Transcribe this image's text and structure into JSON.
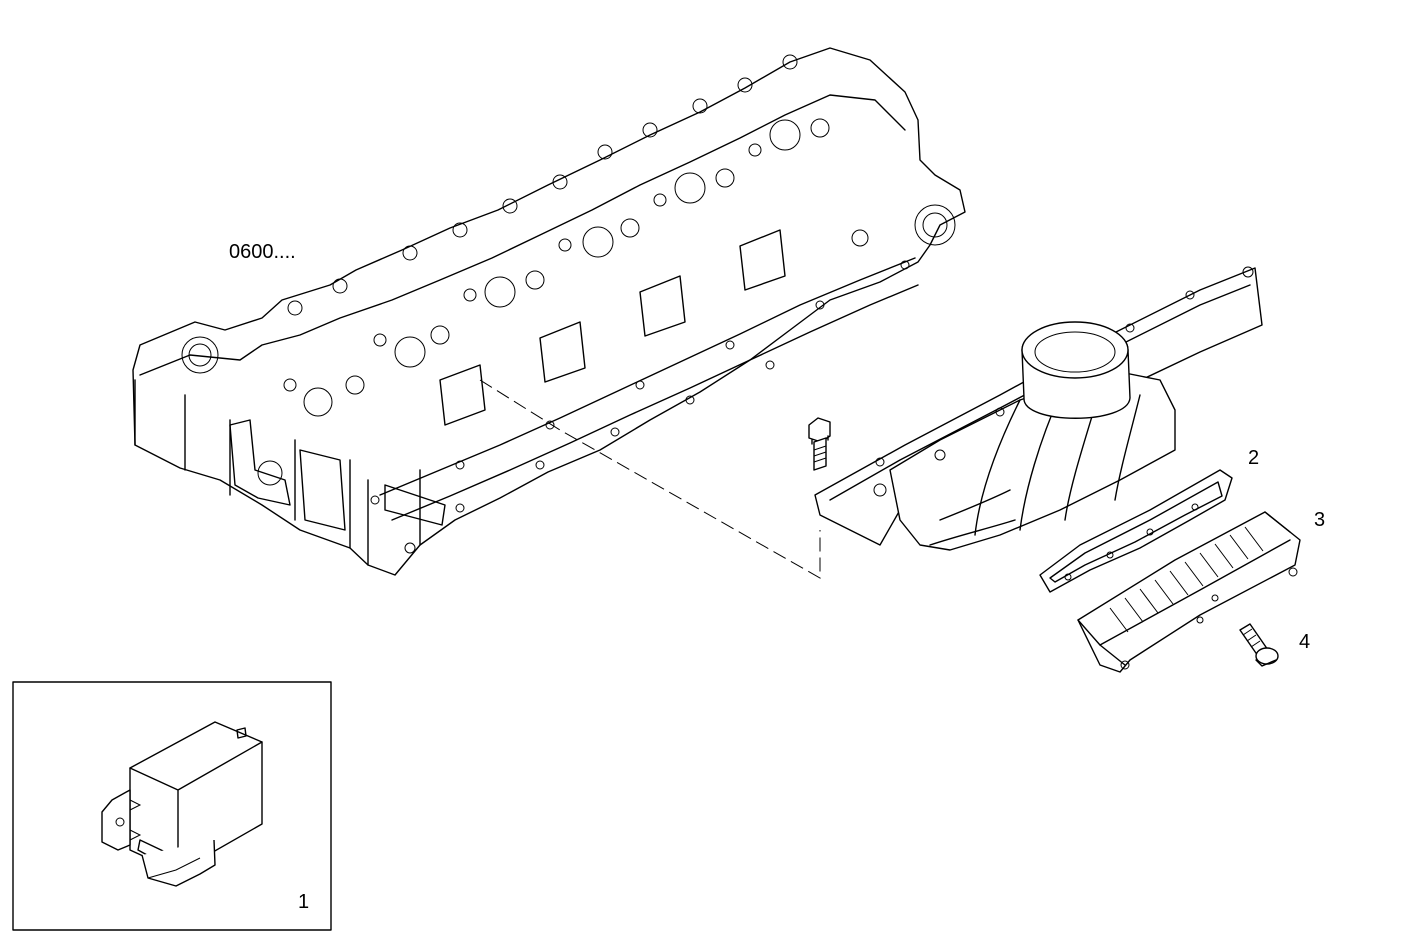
{
  "assembly_ref": "0600....",
  "callouts": [
    {
      "id": "1",
      "label": "1"
    },
    {
      "id": "2",
      "label": "2"
    },
    {
      "id": "3",
      "label": "3"
    },
    {
      "id": "4",
      "label": "4"
    }
  ]
}
